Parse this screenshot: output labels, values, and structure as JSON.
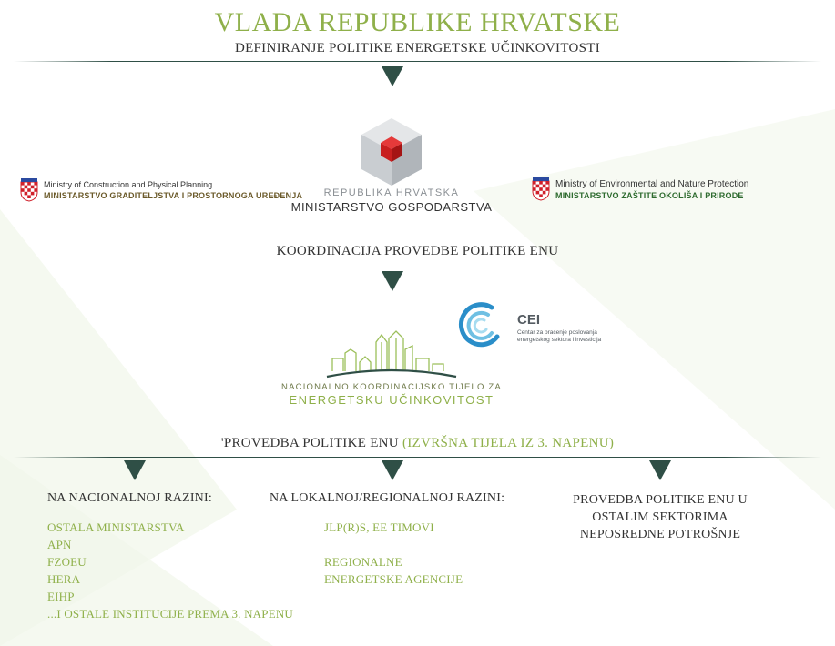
{
  "header": {
    "title": "VLADA REPUBLIKE HRVATSKE",
    "subtitle": "DEFINIRANJE POLITIKE ENERGETSKE UČINKOVITOSTI"
  },
  "ministries": {
    "left": {
      "en": "Ministry of Construction and Physical Planning",
      "hr": "MINISTARSTVO GRADITELJSTVA I PROSTORNOGA UREĐENJA"
    },
    "center": {
      "line1": "REPUBLIKA HRVATSKA",
      "line2": "MINISTARSTVO GOSPODARSTVA"
    },
    "right": {
      "en": "Ministry of Environmental and Nature Protection",
      "hr": "MINISTARSTVO ZAŠTITE OKOLIŠA I PRIRODE"
    }
  },
  "coordination": {
    "label": "KOORDINACIJA PROVEDBE POLITIKE ENU"
  },
  "national_body": {
    "line1": "NACIONALNO KOORDINACIJSKO TIJELO ZA",
    "line2": "ENERGETSKU UČINKOVITOST"
  },
  "cei": {
    "abbr": "CEI",
    "line1": "Centar za praćenje poslovanja",
    "line2": "energetskog sektora i investicija"
  },
  "implementation": {
    "label_main": "'PROVEDBA POLITIKE ENU",
    "label_accent": "(IZVRŠNA TIJELA IZ 3. NAPENU)"
  },
  "columns": {
    "national": {
      "heading": "NA NACIONALNOJ RAZINI:",
      "items": [
        "OSTALA MINISTARSTVA",
        "APN",
        "FZOEU",
        "HERA",
        "EIHP",
        "...I OSTALE INSTITUCIJE PREMA 3. NAPENU"
      ]
    },
    "local": {
      "heading": "NA LOKALNOJ/REGIONALNOJ RAZINI:",
      "items": [
        "JLP(R)S, EE TIMOVI",
        "",
        "REGIONALNE",
        "ENERGETSKE AGENCIJE"
      ]
    },
    "other": {
      "heading_lines": [
        "PROVEDBA POLITIKE ENU U",
        "OSTALIM SEKTORIMA",
        "NEPOSREDNE POTROŠNJE"
      ]
    }
  },
  "colors": {
    "accent_green": "#8fb04a",
    "dark_teal": "#2f4f46",
    "text_dark": "#333333",
    "brown": "#6b5a2a",
    "dark_green": "#2e6b2f",
    "red": "#d0202a"
  }
}
